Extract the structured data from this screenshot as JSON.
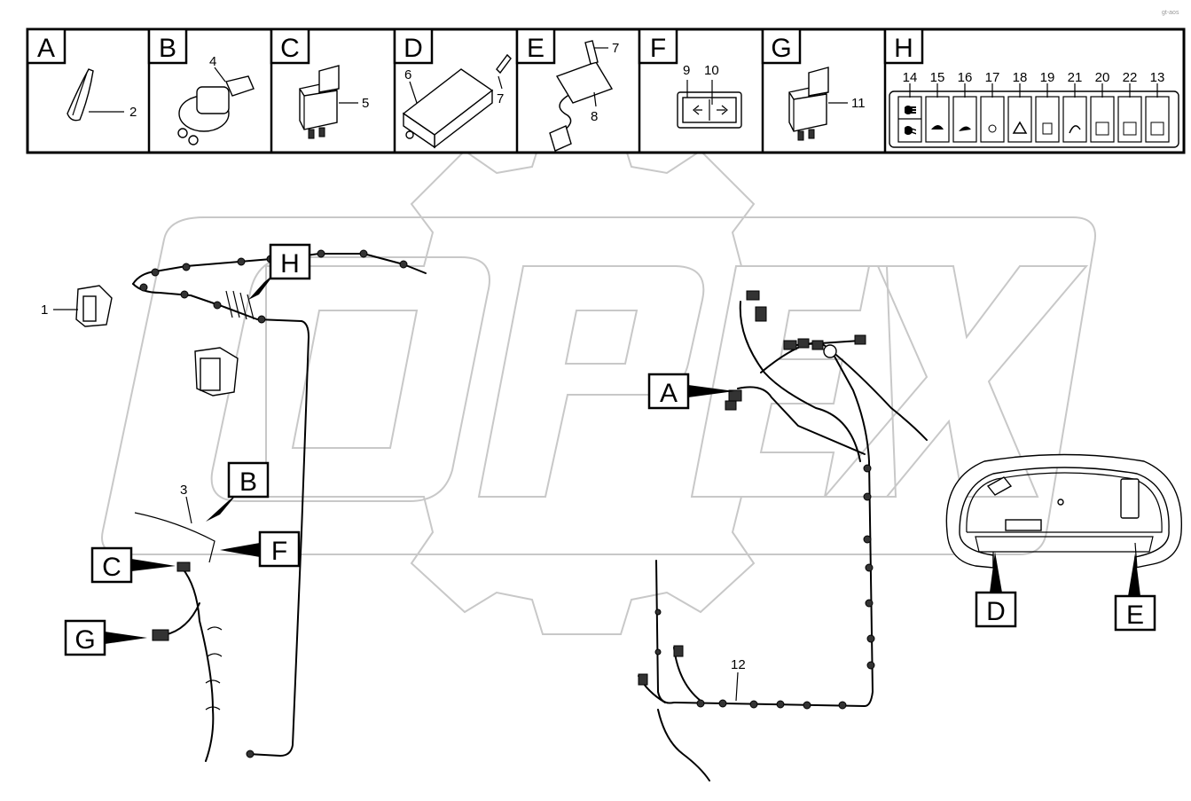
{
  "watermark": {
    "text": "OPEX",
    "corner_text": "gt-aos"
  },
  "panels": [
    {
      "letter": "A",
      "numbers": [
        "2"
      ]
    },
    {
      "letter": "B",
      "numbers": [
        "4"
      ]
    },
    {
      "letter": "C",
      "numbers": [
        "5"
      ]
    },
    {
      "letter": "D",
      "numbers": [
        "6",
        "7"
      ]
    },
    {
      "letter": "E",
      "numbers": [
        "7",
        "8"
      ]
    },
    {
      "letter": "F",
      "numbers": [
        "9",
        "10"
      ]
    },
    {
      "letter": "G",
      "numbers": [
        "11"
      ]
    },
    {
      "letter": "H",
      "numbers": [
        "14",
        "15",
        "16",
        "17",
        "18",
        "19",
        "21",
        "20",
        "22",
        "13"
      ]
    }
  ],
  "callouts": [
    {
      "letter": "H"
    },
    {
      "letter": "B"
    },
    {
      "letter": "F"
    },
    {
      "letter": "C"
    },
    {
      "letter": "G"
    },
    {
      "letter": "A"
    },
    {
      "letter": "D"
    },
    {
      "letter": "E"
    }
  ],
  "part_numbers": {
    "p1": "1",
    "p3": "3",
    "p12": "12"
  }
}
